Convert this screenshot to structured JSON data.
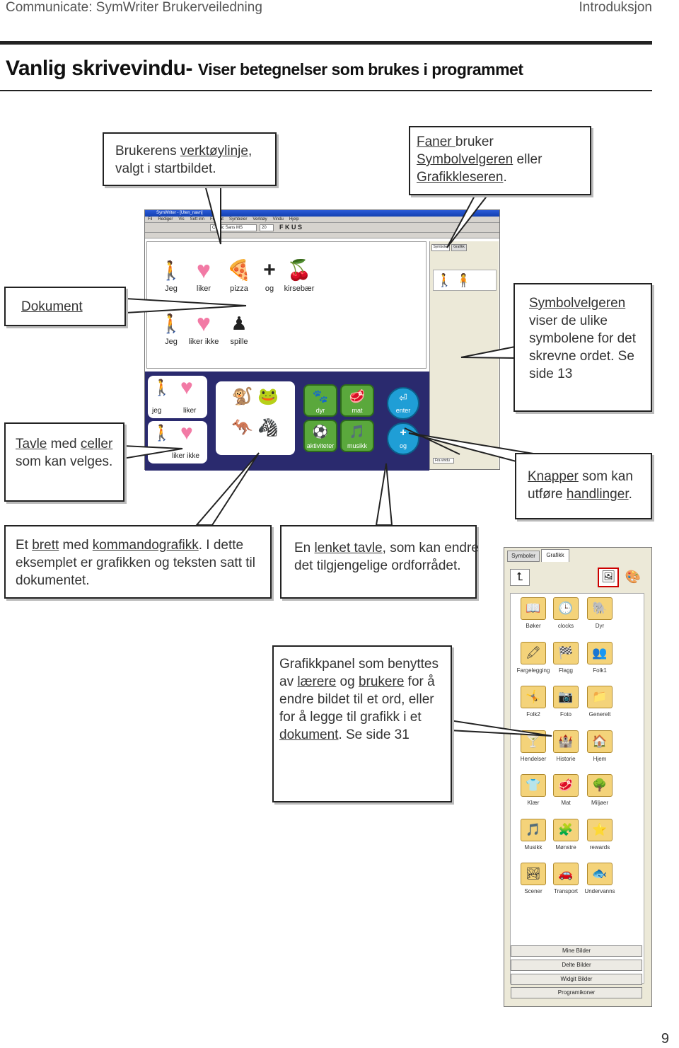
{
  "header": {
    "left": "Communicate: SymWriter Brukerveiledning",
    "right": "Introduksjon"
  },
  "title": {
    "main": "Vanlig skrivevindu-",
    "sub": "Viser betegnelser som brukes i programmet"
  },
  "callouts": {
    "toolbar": [
      "Brukerens ",
      "verktøylinje",
      ",",
      "valgt i startbildet."
    ],
    "tabs": [
      "Faner ",
      "bruker",
      "Symbolvelgeren",
      " eller",
      "Grafikkleseren",
      "."
    ],
    "document": "Dokument",
    "symbolchooser": [
      "Symbolvelgeren",
      "viser de ulike",
      "symbolene for det",
      "skrevne ordet. Se",
      "side 13"
    ],
    "grid": [
      "Tavle",
      " med ",
      "celler",
      "som kan velges."
    ],
    "buttons": [
      "Knapper",
      " som kan",
      "utføre ",
      "handlinger",
      "."
    ],
    "board": [
      "Et ",
      "brett",
      " med ",
      "kommandografikk",
      ". I dette",
      "eksemplet er grafikken og teksten satt til",
      "dokumentet."
    ],
    "linked": [
      "En ",
      "lenket tavle",
      ", som kan endre",
      "det tilgjengelige ordforrådet."
    ],
    "graphics": [
      "Grafikkpanel som benyttes",
      "av ",
      "lærere",
      " og ",
      "brukere",
      " for å",
      "endre bildet til et ord, eller",
      "for å legge til grafikk i et",
      "dokument",
      ". Se side 31"
    ]
  },
  "app": {
    "titlebar": "SymWriter - [Uten_navn]",
    "menu": [
      "Fil",
      "Rediger",
      "Vis",
      "Sett inn",
      "Format",
      "Symboler",
      "Verktøy",
      "Vindu",
      "Hjelp"
    ],
    "font": "Comic Sans MS",
    "size": "20",
    "line1": [
      "Jeg",
      "liker",
      "pizza",
      "og",
      "kirsebær"
    ],
    "line2": [
      "Jeg",
      "liker ikke",
      "spille"
    ],
    "tabs": [
      "Symboler",
      "Grafikk"
    ],
    "grid_cells": [
      [
        "jeg",
        "liker"
      ],
      [
        "",
        "liker ikke"
      ]
    ],
    "green_cells": [
      "dyr",
      "mat",
      "aktiviteter",
      "musikk"
    ],
    "buttons": [
      "enter",
      "og"
    ],
    "status": "Fra vindu"
  },
  "panel": {
    "tabs": [
      "Symboler",
      "Grafikk"
    ],
    "folders": [
      [
        "Bøker",
        "clocks",
        "Dyr"
      ],
      [
        "Fargelegging",
        "Flagg",
        "Folk1"
      ],
      [
        "Folk2",
        "Foto",
        "Generelt"
      ],
      [
        "Hendelser",
        "Historie",
        "Hjem"
      ],
      [
        "Klær",
        "Mat",
        "Miljøer"
      ],
      [
        "Musikk",
        "Mønstre",
        "rewards"
      ],
      [
        "Scener",
        "Transport",
        "Undervanns"
      ]
    ],
    "buttons": [
      "Mine Bilder",
      "Delte Bilder",
      "Widgit Bilder",
      "Programikoner"
    ]
  },
  "page_number": "9",
  "colors": {
    "board_bg": "#2a2a6e",
    "cell_green": "#5aa83c",
    "button_blue": "#1f9ed6",
    "rule": "#222222"
  }
}
